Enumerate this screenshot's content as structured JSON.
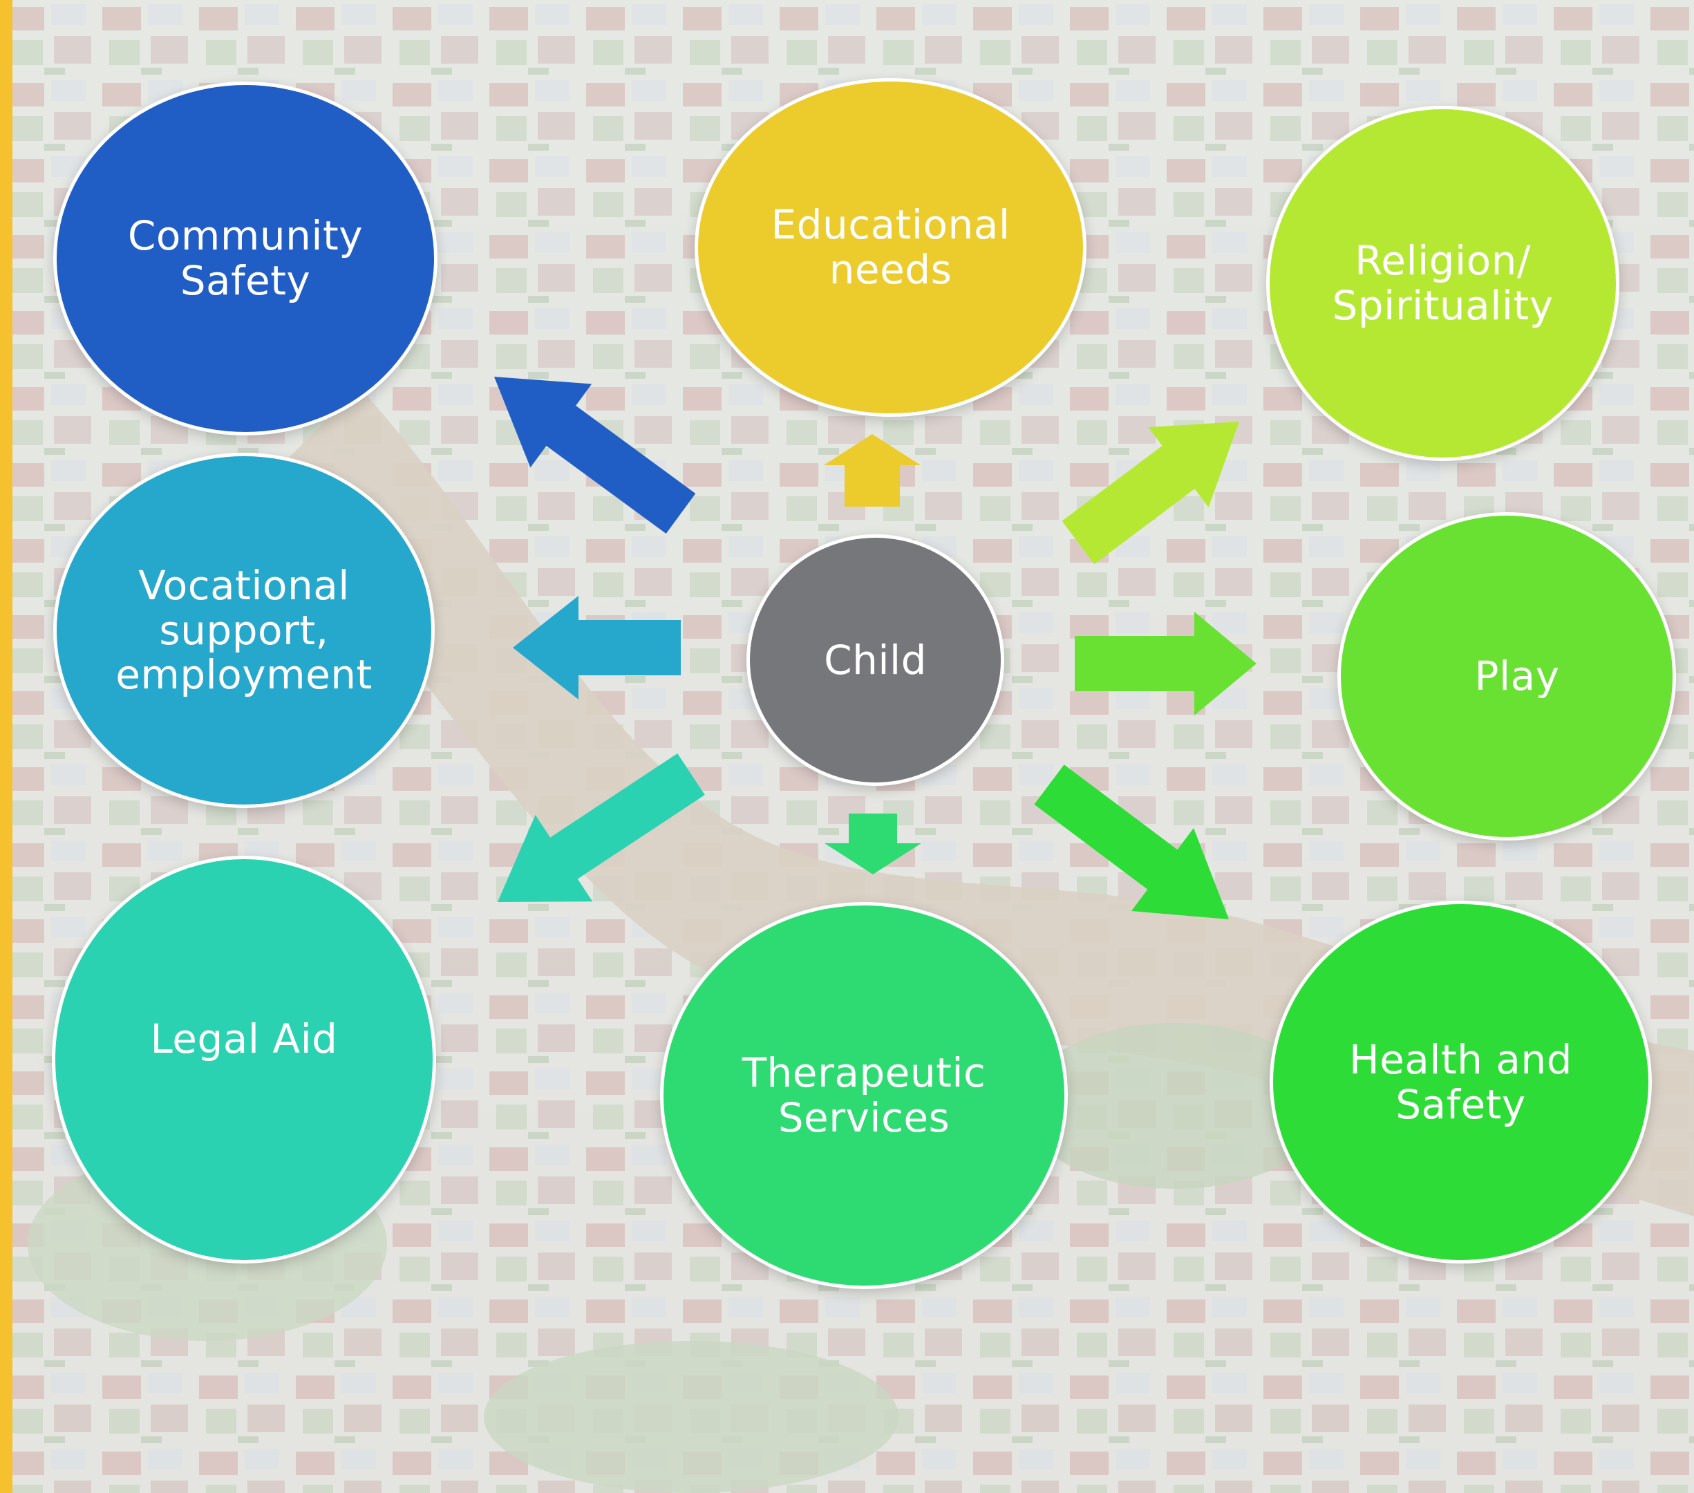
{
  "diagram": {
    "center": {
      "label": "Child",
      "color": "#76777b"
    },
    "accent_color": "#f6c12e",
    "nodes": [
      {
        "key": "community-safety",
        "label": "Community\nSafety",
        "color": "#205ec5"
      },
      {
        "key": "educational-needs",
        "label": "Educational\nneeds",
        "color": "#eccb2d"
      },
      {
        "key": "religion-spirituality",
        "label": "Religion/\nSpirituality",
        "color": "#b5e833"
      },
      {
        "key": "vocational-support",
        "label": "Vocational\nsupport,\nemployment",
        "color": "#26a7cc"
      },
      {
        "key": "play",
        "label": "Play",
        "color": "#69e132"
      },
      {
        "key": "legal-aid",
        "label": "Legal Aid",
        "color": "#2bd2b1"
      },
      {
        "key": "therapeutic-services",
        "label": "Therapeutic\nServices",
        "color": "#2edb73"
      },
      {
        "key": "health-and-safety",
        "label": "Health and\nSafety",
        "color": "#2ddc36"
      }
    ]
  }
}
